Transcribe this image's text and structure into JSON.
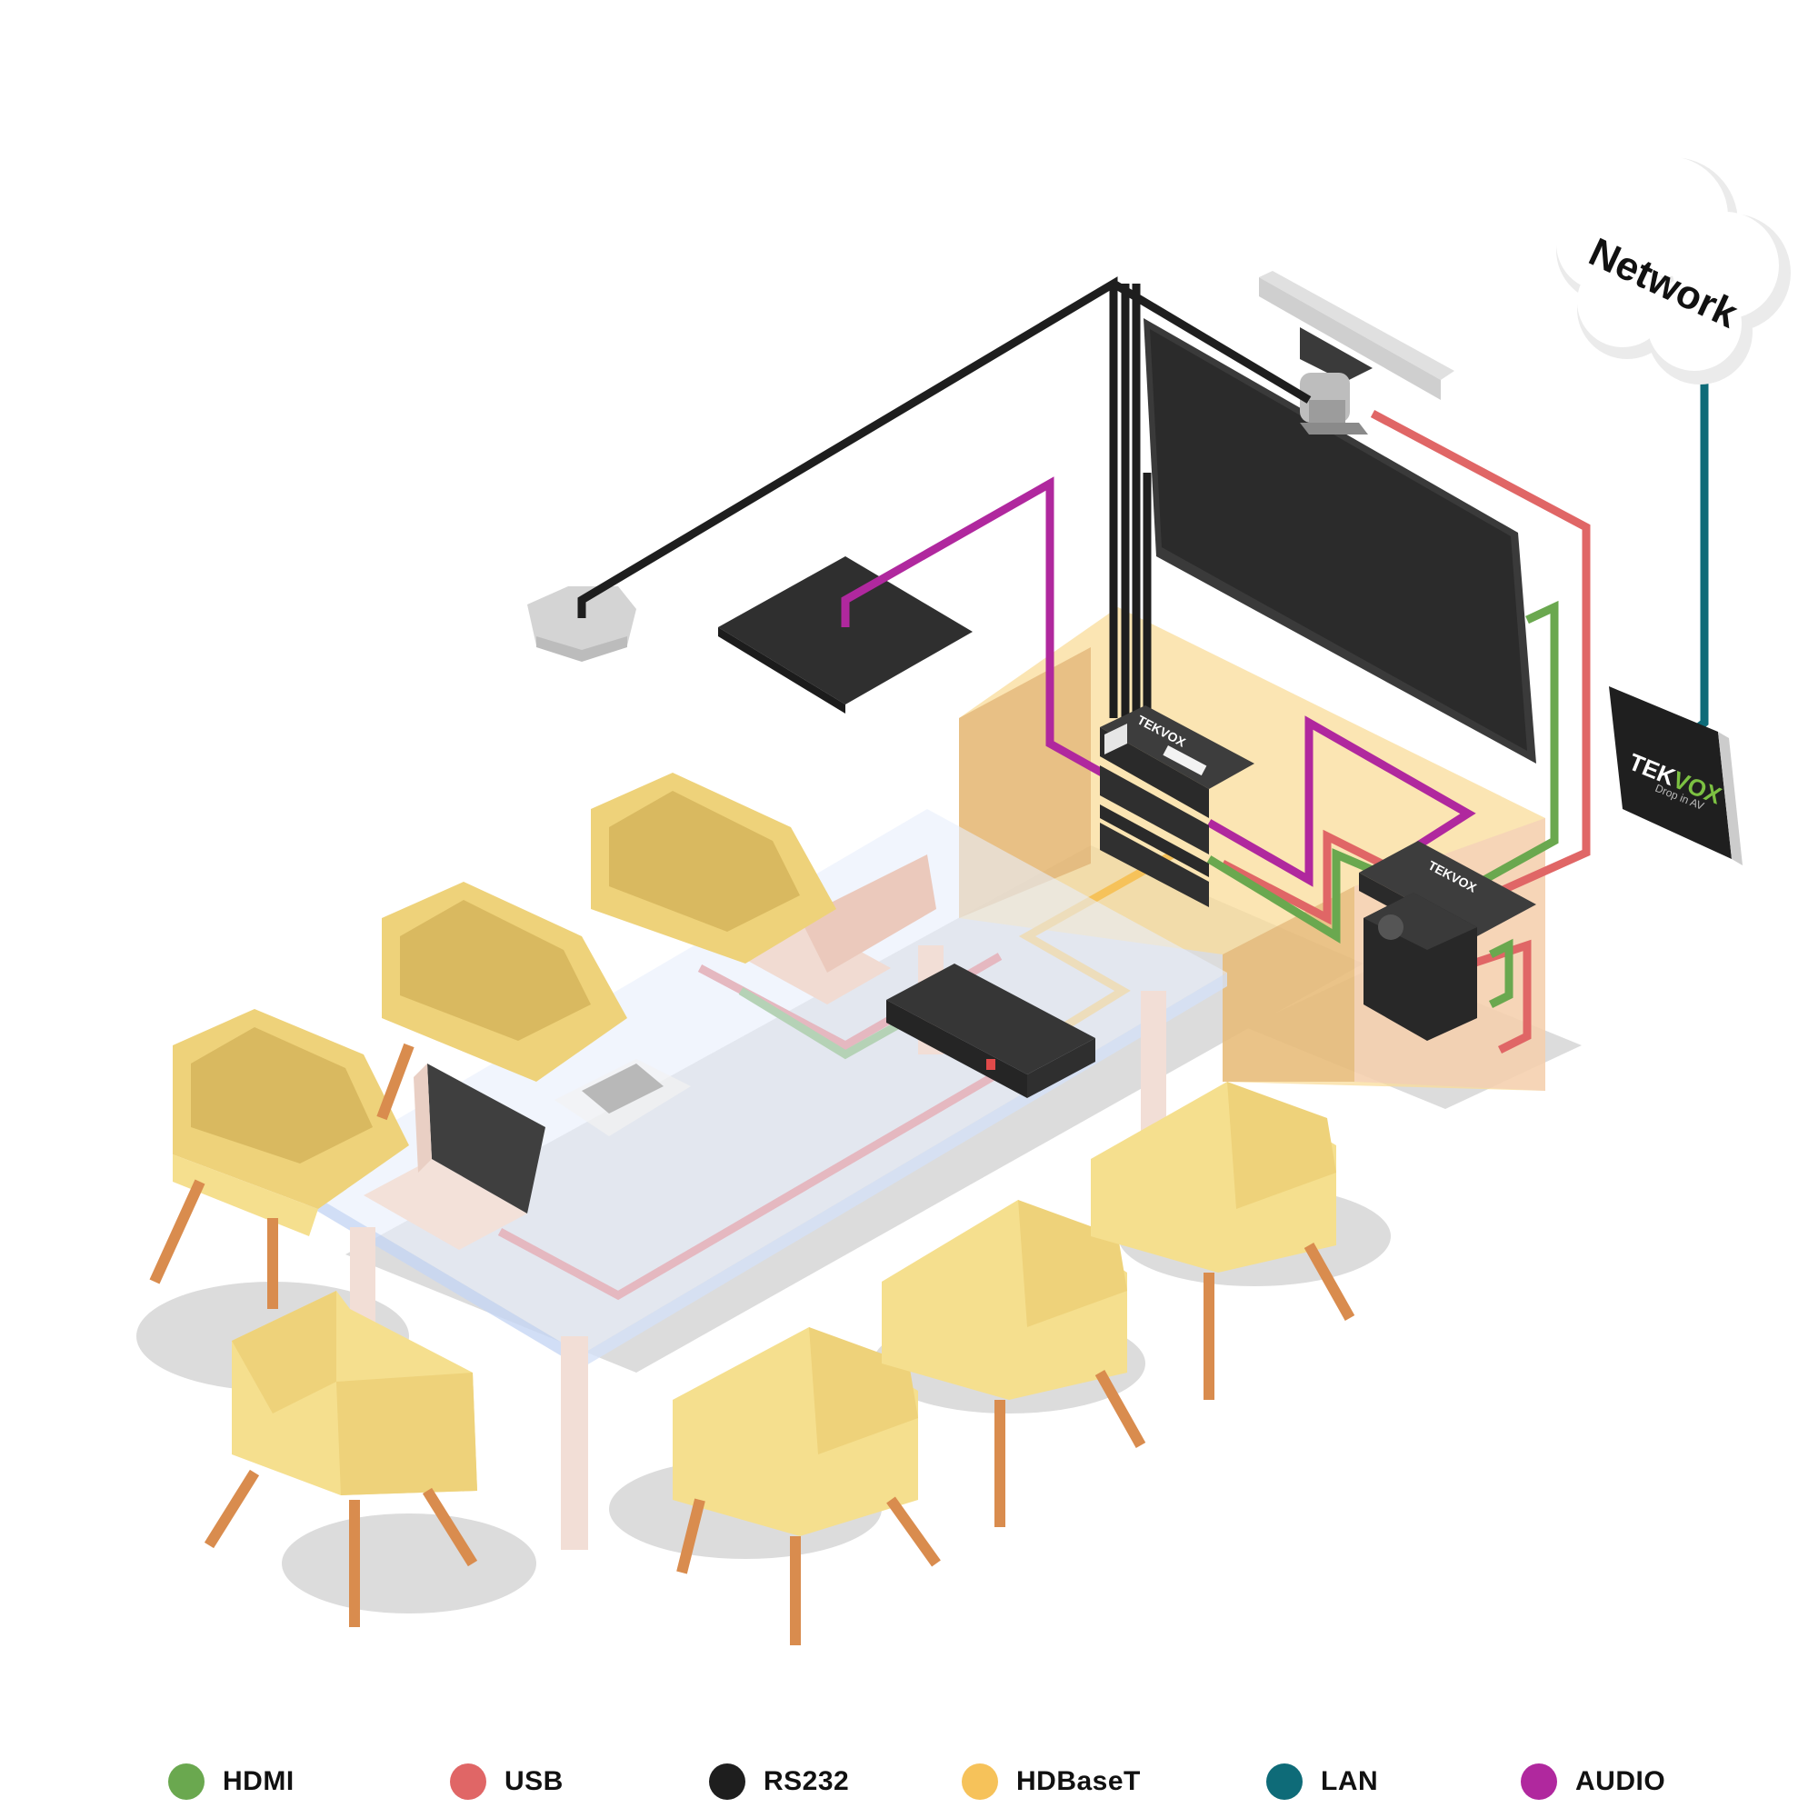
{
  "network_cloud": {
    "label": "Network"
  },
  "touch_panel": {
    "brand_first": "TEK",
    "brand_second": "VOX",
    "tagline": "Drop in AV"
  },
  "rack_brand": "TEKVOX",
  "colors": {
    "hdmi": "#6aa84f",
    "usb": "#e06666",
    "rs232": "#1e1e1e",
    "hdbaset": "#f6c25a",
    "lan": "#0e6b78",
    "audio": "#b0289e",
    "chair_light": "#f5df8e",
    "chair_mid": "#eed27a",
    "chair_dark": "#d9b960",
    "leg": "#d98c4e",
    "display": "#3a3a3a",
    "cabinet": "#f9dc9a"
  },
  "legend": [
    {
      "label": "HDMI",
      "color": "#6aa84f"
    },
    {
      "label": "USB",
      "color": "#e06666"
    },
    {
      "label": "RS232",
      "color": "#1e1e1e"
    },
    {
      "label": "HDBaseT",
      "color": "#f6c25a"
    },
    {
      "label": "LAN",
      "color": "#0e6b78"
    },
    {
      "label": "AUDIO",
      "color": "#b0289e"
    }
  ]
}
